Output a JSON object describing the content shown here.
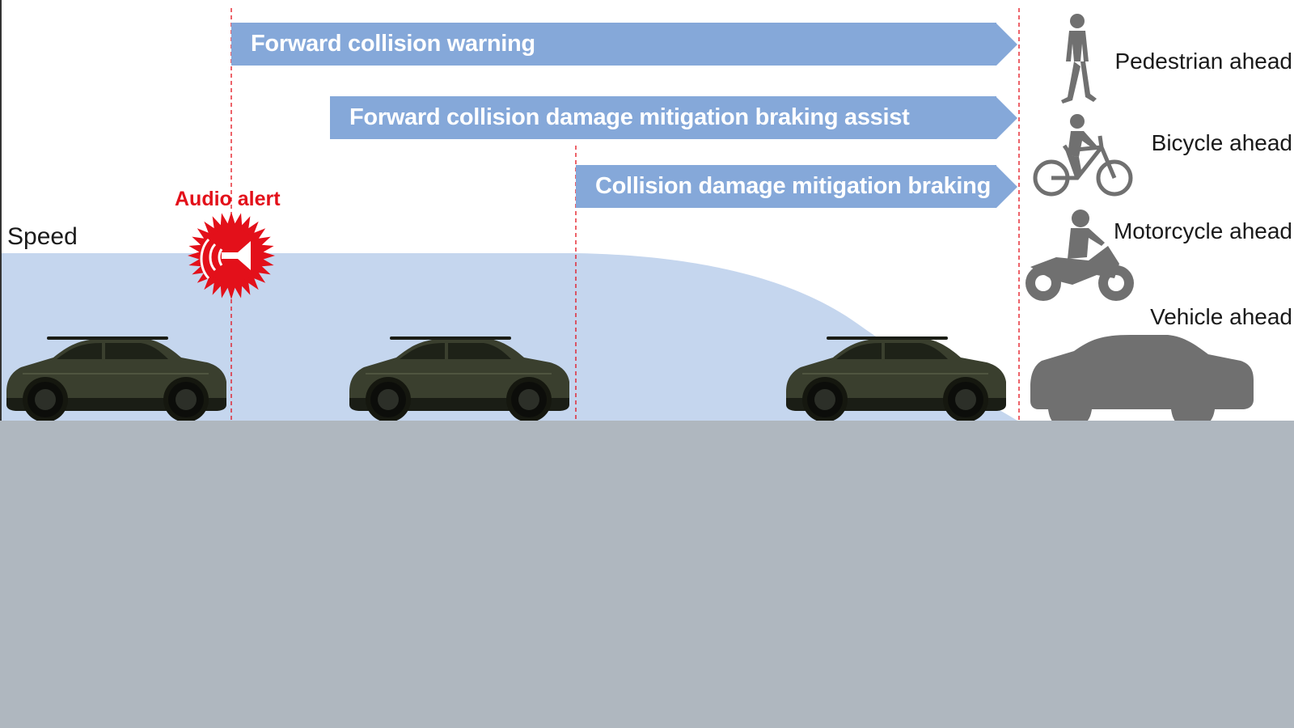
{
  "colors": {
    "band_fill": "#85a8d9",
    "speed_fill": "#c5d6ee",
    "alert_red": "#e3101a",
    "ground": "#afb7bf",
    "car_body": "#3a3f2e",
    "silhouette": "#707070"
  },
  "bands": [
    {
      "label": "Forward collision warning"
    },
    {
      "label": "Forward collision damage mitigation braking assist"
    },
    {
      "label": "Collision damage mitigation braking"
    }
  ],
  "speed_label": "Speed",
  "audio_alert": {
    "label": "Audio alert",
    "icon": "speaker-icon"
  },
  "targets": [
    {
      "label": "Pedestrian ahead",
      "icon": "pedestrian-icon"
    },
    {
      "label": "Bicycle ahead",
      "icon": "bicycle-icon"
    },
    {
      "label": "Motorcycle ahead",
      "icon": "motorcycle-icon"
    },
    {
      "label": "Vehicle ahead",
      "icon": "vehicle-icon"
    }
  ]
}
